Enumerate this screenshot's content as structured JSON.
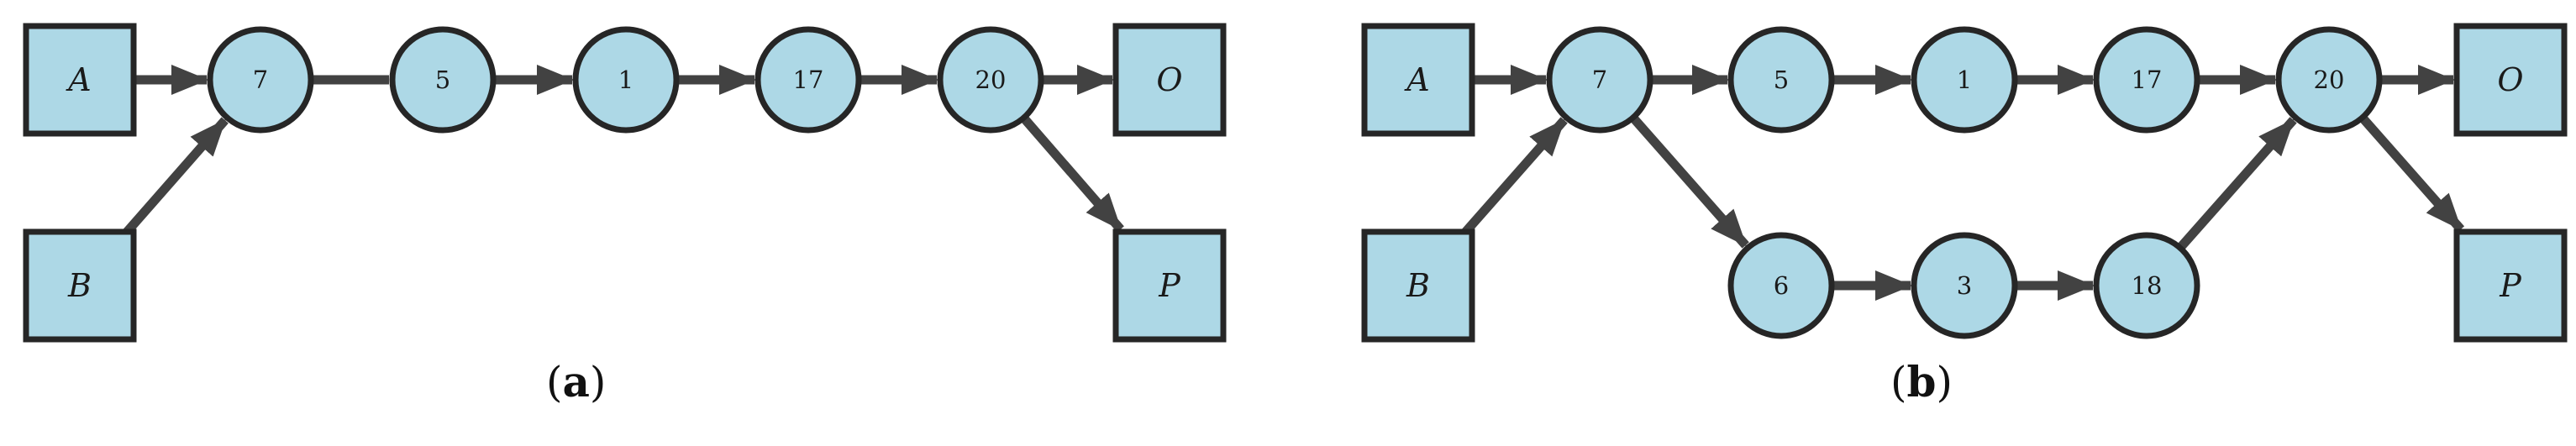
{
  "palette": {
    "node_fill": "#add8e6",
    "node_stroke": "#262626",
    "edge_color": "#424242"
  },
  "panels": [
    {
      "id": "a",
      "caption_letter": "a",
      "nodes": [
        {
          "id": "A",
          "label": "A",
          "shape": "square"
        },
        {
          "id": "B",
          "label": "B",
          "shape": "square"
        },
        {
          "id": "7",
          "label": "7",
          "shape": "circle"
        },
        {
          "id": "5",
          "label": "5",
          "shape": "circle"
        },
        {
          "id": "1",
          "label": "1",
          "shape": "circle"
        },
        {
          "id": "17",
          "label": "17",
          "shape": "circle"
        },
        {
          "id": "20",
          "label": "20",
          "shape": "circle"
        },
        {
          "id": "O",
          "label": "O",
          "shape": "square"
        },
        {
          "id": "P",
          "label": "P",
          "shape": "square"
        }
      ],
      "edges": [
        {
          "from": "A",
          "to": "7",
          "arrow": true
        },
        {
          "from": "B",
          "to": "7",
          "arrow": true
        },
        {
          "from": "7",
          "to": "5",
          "arrow": false
        },
        {
          "from": "5",
          "to": "1",
          "arrow": true
        },
        {
          "from": "1",
          "to": "17",
          "arrow": true
        },
        {
          "from": "17",
          "to": "20",
          "arrow": true
        },
        {
          "from": "20",
          "to": "O",
          "arrow": true
        },
        {
          "from": "20",
          "to": "P",
          "arrow": true
        }
      ]
    },
    {
      "id": "b",
      "caption_letter": "b",
      "nodes": [
        {
          "id": "A",
          "label": "A",
          "shape": "square"
        },
        {
          "id": "B",
          "label": "B",
          "shape": "square"
        },
        {
          "id": "7",
          "label": "7",
          "shape": "circle"
        },
        {
          "id": "5",
          "label": "5",
          "shape": "circle"
        },
        {
          "id": "1",
          "label": "1",
          "shape": "circle"
        },
        {
          "id": "17",
          "label": "17",
          "shape": "circle"
        },
        {
          "id": "20",
          "label": "20",
          "shape": "circle"
        },
        {
          "id": "6",
          "label": "6",
          "shape": "circle"
        },
        {
          "id": "3",
          "label": "3",
          "shape": "circle"
        },
        {
          "id": "18",
          "label": "18",
          "shape": "circle"
        },
        {
          "id": "O",
          "label": "O",
          "shape": "square"
        },
        {
          "id": "P",
          "label": "P",
          "shape": "square"
        }
      ],
      "edges": [
        {
          "from": "A",
          "to": "7",
          "arrow": true
        },
        {
          "from": "B",
          "to": "7",
          "arrow": true
        },
        {
          "from": "7",
          "to": "5",
          "arrow": true
        },
        {
          "from": "5",
          "to": "1",
          "arrow": true
        },
        {
          "from": "1",
          "to": "17",
          "arrow": true
        },
        {
          "from": "17",
          "to": "20",
          "arrow": true
        },
        {
          "from": "20",
          "to": "O",
          "arrow": true
        },
        {
          "from": "20",
          "to": "P",
          "arrow": true
        },
        {
          "from": "7",
          "to": "6",
          "arrow": true
        },
        {
          "from": "6",
          "to": "3",
          "arrow": true
        },
        {
          "from": "3",
          "to": "18",
          "arrow": true
        },
        {
          "from": "18",
          "to": "20",
          "arrow": true
        }
      ]
    }
  ]
}
